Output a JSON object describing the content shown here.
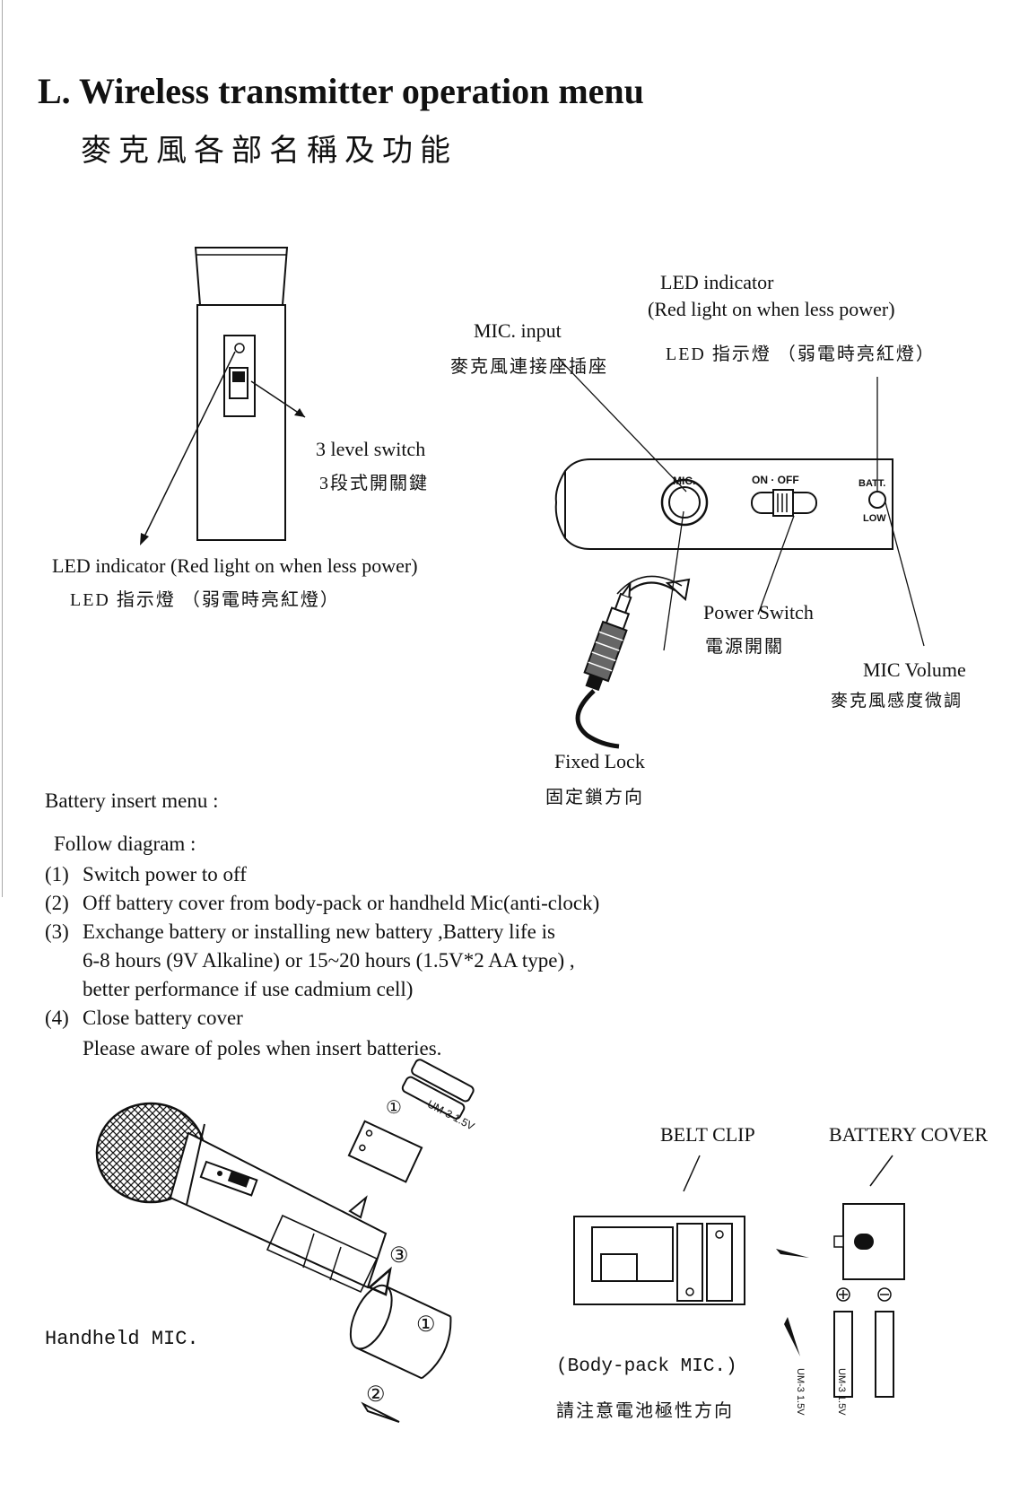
{
  "heading": {
    "title": "L. Wireless transmitter operation menu",
    "subtitle": "麥克風各部名稱及功能"
  },
  "left_figure": {
    "switch_label_en": "3 level switch",
    "switch_label_cn": "3段式開關鍵",
    "led_label_en": "LED  indicator   (Red light on when less power)",
    "led_label_cn": "LED   指示燈  （弱電時亮紅燈）"
  },
  "right_figure": {
    "led_label_en": "LED  indicator",
    "led_label_en2": "(Red light on when less power)",
    "led_label_cn": "LED   指示燈  （弱電時亮紅燈）",
    "mic_input_en": "MIC. input",
    "mic_input_cn": "麥克風連接座插座",
    "panel_mic": "MIC.",
    "panel_onoff": "ON · OFF",
    "panel_batt": "BATT.",
    "panel_low": "LOW",
    "power_switch_en": "Power Switch",
    "power_switch_cn": "電源開關",
    "mic_volume_en": "MIC Volume",
    "mic_volume_cn": "麥克風感度微調",
    "fixed_lock_en": "Fixed Lock",
    "fixed_lock_cn": "固定鎖方向"
  },
  "battery": {
    "menu_title": "Battery insert menu  :",
    "follow": "Follow diagram :",
    "steps": [
      {
        "num": "(1)",
        "lines": [
          "Switch power to off"
        ]
      },
      {
        "num": "(2)",
        "lines": [
          "Off battery cover from body-pack or handheld Mic(anti-clock)"
        ]
      },
      {
        "num": "(3)",
        "lines": [
          "Exchange battery or  installing new  battery ,Battery  life is",
          "6-8 hours (9V Alkaline) or 15~20 hours (1.5V*2 AA type) ,",
          "better performance  if use cadmium cell)"
        ]
      },
      {
        "num": "(4)",
        "lines": [
          "Close battery cover",
          "Please aware of poles when insert batteries."
        ]
      }
    ]
  },
  "bottom": {
    "handheld_label": "Handheld MIC.",
    "belt_clip": "BELT CLIP",
    "battery_cover": "BATTERY COVER",
    "bodypack_label": "(Body-pack MIC.)",
    "polarity_cn": "請注意電池極性方向",
    "cell_label": "UM-3 1.5V",
    "circle_1": "①",
    "circle_2": "②",
    "circle_3": "③"
  }
}
